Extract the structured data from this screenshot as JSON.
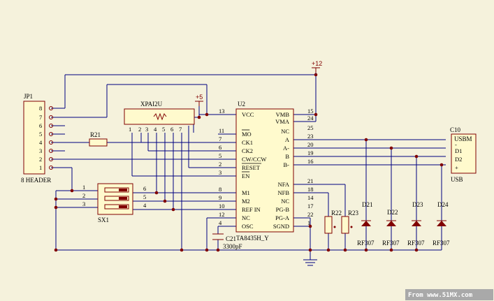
{
  "power": {
    "v12": "+12",
    "v5": "+5"
  },
  "jp1": {
    "ref": "JP1",
    "name": "8 HEADER",
    "pins": [
      "8",
      "7",
      "6",
      "5",
      "4",
      "3",
      "2",
      "1"
    ]
  },
  "xpai": {
    "ref": "XPAI2U",
    "pins": [
      "1",
      "2",
      "3",
      "4",
      "5",
      "6",
      "7"
    ]
  },
  "r21": "R21",
  "sw": {
    "ref": "SX1",
    "pins_left": [
      "1",
      "2",
      "3"
    ],
    "pins_right": [
      "6",
      "5",
      "4"
    ]
  },
  "u2": {
    "ref": "U2",
    "part": "TA8435H_Y",
    "left_pins": [
      {
        "name": "VCC",
        "num": "13"
      },
      {
        "name": "MO",
        "num": "11"
      },
      {
        "name": "CK1",
        "num": "7"
      },
      {
        "name": "CK2",
        "num": "6"
      },
      {
        "name": "CW/CCW",
        "num": "5"
      },
      {
        "name": "RESET",
        "num": "2"
      },
      {
        "name": "EN",
        "num": "3"
      },
      {
        "name": "M1",
        "num": "8"
      },
      {
        "name": "M2",
        "num": "9"
      },
      {
        "name": "REF IN",
        "num": "10"
      },
      {
        "name": "NC",
        "num": "12"
      },
      {
        "name": "OSC",
        "num": "4"
      }
    ],
    "right_pins": [
      {
        "name": "VMB",
        "num": "15"
      },
      {
        "name": "VMA",
        "num": "24"
      },
      {
        "name": "NC",
        "num": "25"
      },
      {
        "name": "A",
        "num": "23"
      },
      {
        "name": "A-",
        "num": "20"
      },
      {
        "name": "B",
        "num": "19"
      },
      {
        "name": "B-",
        "num": "16"
      },
      {
        "name": "NFA",
        "num": "21"
      },
      {
        "name": "NFB",
        "num": "18"
      },
      {
        "name": "NC",
        "num": "14"
      },
      {
        "name": "PG-B",
        "num": "17"
      },
      {
        "name": "PG-A",
        "num": "22"
      },
      {
        "name": "SGND",
        "num": "1"
      }
    ]
  },
  "c21": {
    "ref": "C21",
    "value": "3300pF"
  },
  "r22": "R22",
  "r23": "R23",
  "diodes": [
    {
      "ref": "D21",
      "part": "RF307"
    },
    {
      "ref": "D22",
      "part": "RF307"
    },
    {
      "ref": "D23",
      "part": "RF307"
    },
    {
      "ref": "D24",
      "part": "RF307"
    }
  ],
  "c10": {
    "ref": "C10",
    "title": "USBM",
    "name": "USB",
    "pins": [
      "-",
      "D1",
      "D2",
      "+"
    ]
  },
  "watermark": "From www.51MX.com"
}
